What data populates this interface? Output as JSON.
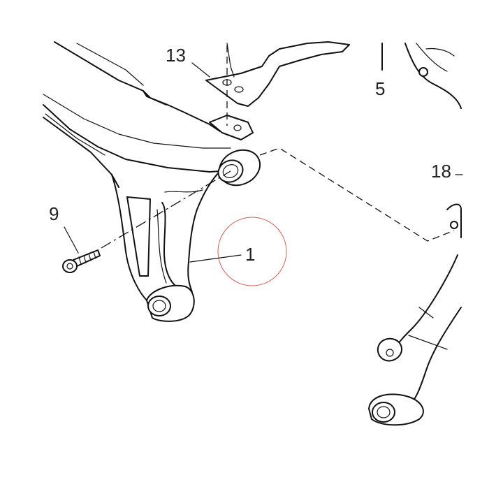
{
  "diagram": {
    "labels": {
      "part_13": "13",
      "part_5": "5",
      "part_18": "18",
      "part_9": "9",
      "part_1": "1"
    },
    "highlight_color": "#c0392b"
  }
}
